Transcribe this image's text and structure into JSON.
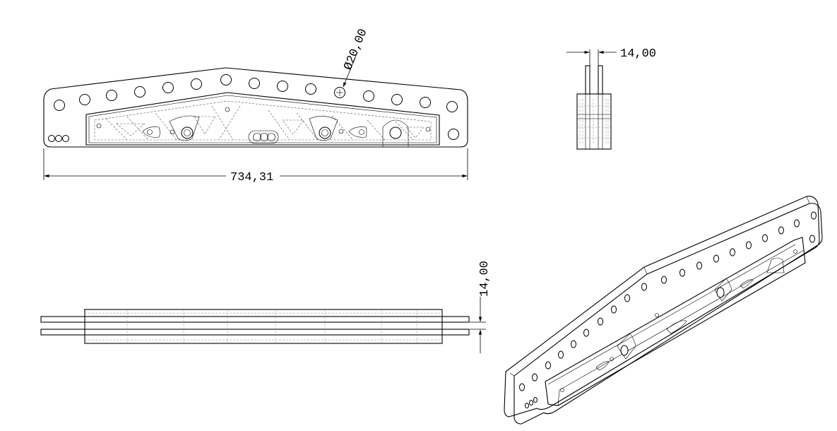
{
  "dimensions": {
    "overall_length": "734,31",
    "hole_diameter": "Ø20,00",
    "thickness_side": "14,00",
    "thickness_bottom": "14,00"
  },
  "views": [
    "front-view",
    "side-view",
    "top-view",
    "isometric-view"
  ],
  "colors": {
    "line": "#000000",
    "hidden_line": "#888888",
    "background": "#ffffff"
  }
}
